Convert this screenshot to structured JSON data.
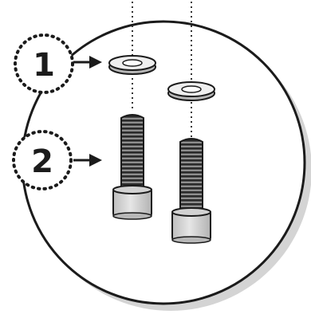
{
  "steps": [
    {
      "number": "1",
      "target": "washer"
    },
    {
      "number": "2",
      "target": "bolt"
    }
  ],
  "colors": {
    "outline": "#1b1b1b",
    "shadow": "#d4d4d4",
    "washer_top": "#efefef",
    "washer_side": "#b7b7b7",
    "bolt_head": "#d2d2d2",
    "thread_light": "#8e8e8e",
    "thread_dark": "#2a2a2a",
    "guide_line": "#333333"
  },
  "icons": [
    "washer-icon",
    "socket-head-bolt-icon",
    "arrow-right-icon"
  ]
}
